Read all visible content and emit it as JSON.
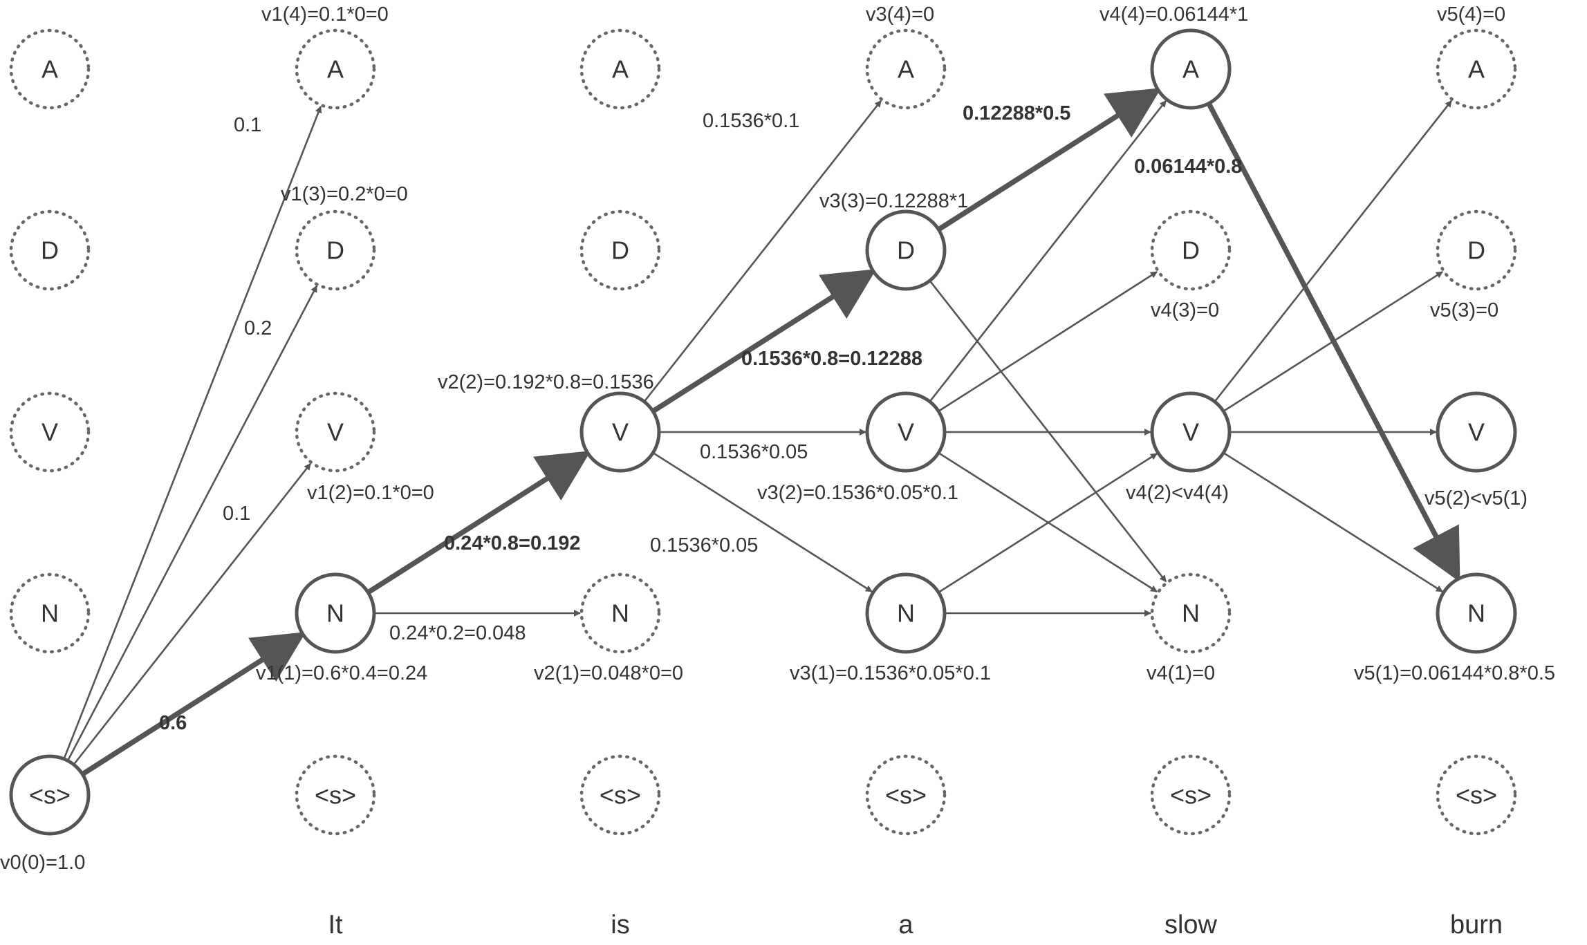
{
  "diagram": {
    "words": [
      {
        "id": "w1",
        "text": "It"
      },
      {
        "id": "w2",
        "text": "is"
      },
      {
        "id": "w3",
        "text": "a"
      },
      {
        "id": "w4",
        "text": "slow"
      },
      {
        "id": "w5",
        "text": "burn"
      }
    ],
    "nodes": [
      {
        "id": "c0-A",
        "label": "A",
        "style": "dotted"
      },
      {
        "id": "c0-D",
        "label": "D",
        "style": "dotted"
      },
      {
        "id": "c0-V",
        "label": "V",
        "style": "dotted"
      },
      {
        "id": "c0-N",
        "label": "N",
        "style": "dotted"
      },
      {
        "id": "c0-S",
        "label": "<s>",
        "style": "solid"
      },
      {
        "id": "c1-A",
        "label": "A",
        "style": "dotted"
      },
      {
        "id": "c1-D",
        "label": "D",
        "style": "dotted"
      },
      {
        "id": "c1-V",
        "label": "V",
        "style": "dotted"
      },
      {
        "id": "c1-N",
        "label": "N",
        "style": "solid"
      },
      {
        "id": "c1-S",
        "label": "<s>",
        "style": "dotted"
      },
      {
        "id": "c2-A",
        "label": "A",
        "style": "dotted"
      },
      {
        "id": "c2-D",
        "label": "D",
        "style": "dotted"
      },
      {
        "id": "c2-V",
        "label": "V",
        "style": "solid"
      },
      {
        "id": "c2-N",
        "label": "N",
        "style": "dotted"
      },
      {
        "id": "c2-S",
        "label": "<s>",
        "style": "dotted"
      },
      {
        "id": "c3-A",
        "label": "A",
        "style": "dotted"
      },
      {
        "id": "c3-D",
        "label": "D",
        "style": "solid"
      },
      {
        "id": "c3-V",
        "label": "V",
        "style": "solid"
      },
      {
        "id": "c3-N",
        "label": "N",
        "style": "solid"
      },
      {
        "id": "c3-S",
        "label": "<s>",
        "style": "dotted"
      },
      {
        "id": "c4-A",
        "label": "A",
        "style": "solid"
      },
      {
        "id": "c4-D",
        "label": "D",
        "style": "dotted"
      },
      {
        "id": "c4-V",
        "label": "V",
        "style": "solid"
      },
      {
        "id": "c4-N",
        "label": "N",
        "style": "dotted"
      },
      {
        "id": "c4-S",
        "label": "<s>",
        "style": "dotted"
      },
      {
        "id": "c5-A",
        "label": "A",
        "style": "dotted"
      },
      {
        "id": "c5-D",
        "label": "D",
        "style": "dotted"
      },
      {
        "id": "c5-V",
        "label": "V",
        "style": "solid"
      },
      {
        "id": "c5-N",
        "label": "N",
        "style": "solid"
      },
      {
        "id": "c5-S",
        "label": "<s>",
        "style": "dotted"
      }
    ],
    "edges": [
      {
        "from": "c0-S",
        "to": "c1-A",
        "bold": false
      },
      {
        "from": "c0-S",
        "to": "c1-D",
        "bold": false
      },
      {
        "from": "c0-S",
        "to": "c1-V",
        "bold": false
      },
      {
        "from": "c0-S",
        "to": "c1-N",
        "bold": true
      },
      {
        "from": "c1-N",
        "to": "c2-V",
        "bold": true
      },
      {
        "from": "c1-N",
        "to": "c2-N",
        "bold": false
      },
      {
        "from": "c2-V",
        "to": "c3-A",
        "bold": false
      },
      {
        "from": "c2-V",
        "to": "c3-D",
        "bold": true
      },
      {
        "from": "c2-V",
        "to": "c3-V",
        "bold": false
      },
      {
        "from": "c2-V",
        "to": "c3-N",
        "bold": false
      },
      {
        "from": "c3-D",
        "to": "c4-A",
        "bold": true
      },
      {
        "from": "c3-D",
        "to": "c4-N",
        "bold": false
      },
      {
        "from": "c3-V",
        "to": "c4-A",
        "bold": false
      },
      {
        "from": "c3-V",
        "to": "c4-D",
        "bold": false
      },
      {
        "from": "c3-V",
        "to": "c4-V",
        "bold": false
      },
      {
        "from": "c3-V",
        "to": "c4-N",
        "bold": false
      },
      {
        "from": "c3-N",
        "to": "c4-V",
        "bold": false
      },
      {
        "from": "c3-N",
        "to": "c4-N",
        "bold": false
      },
      {
        "from": "c4-A",
        "to": "c5-N",
        "bold": true
      },
      {
        "from": "c4-V",
        "to": "c5-A",
        "bold": false
      },
      {
        "from": "c4-V",
        "to": "c5-D",
        "bold": false
      },
      {
        "from": "c4-V",
        "to": "c5-V",
        "bold": false
      },
      {
        "from": "c4-V",
        "to": "c5-N",
        "bold": false
      }
    ],
    "edge_labels": {
      "e_s_A": "0.1",
      "e_s_D": "0.2",
      "e_s_V": "0.1",
      "e_s_N": "0.6",
      "e_N_V": "0.24*0.8=0.192",
      "e_N_N": "0.24*0.2=0.048",
      "e_V_A": "0.1536*0.1",
      "e_V_D": "0.1536*0.8=0.12288",
      "e_V_V": "0.1536*0.05",
      "e_V_N": "0.1536*0.05",
      "e_D_A": "0.12288*0.5",
      "e_A_N": "0.06144*0.8"
    },
    "viterbi_labels": {
      "v00": "v0(0)=1.0",
      "v14": "v1(4)=0.1*0=0",
      "v13": "v1(3)=0.2*0=0",
      "v12": "v1(2)=0.1*0=0",
      "v11": "v1(1)=0.6*0.4=0.24",
      "v22": "v2(2)=0.192*0.8=0.1536",
      "v21": "v2(1)=0.048*0=0",
      "v34": "v3(4)=0",
      "v33": "v3(3)=0.12288*1",
      "v32": "v3(2)=0.1536*0.05*0.1",
      "v31": "v3(1)=0.1536*0.05*0.1",
      "v44": "v4(4)=0.06144*1",
      "v43": "v4(3)=0",
      "v42": "v4(2)<v4(4)",
      "v41": "v4(1)=0",
      "v54": "v5(4)=0",
      "v53": "v5(3)=0",
      "v52": "v5(2)<v5(1)",
      "v51": "v5(1)=0.06144*0.8*0.5"
    }
  }
}
